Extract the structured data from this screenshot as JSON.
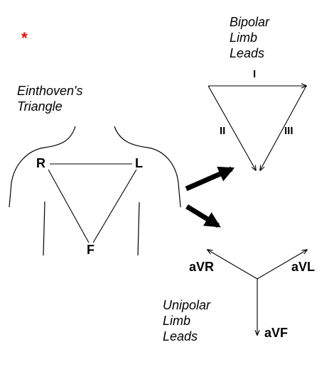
{
  "marker": {
    "symbol": "*",
    "color": "#ff0000"
  },
  "einthoven": {
    "line1": "Einthoven's",
    "line2": "Triangle"
  },
  "body_points": {
    "right": "R",
    "left": "L",
    "foot": "F"
  },
  "bipolar": {
    "title": [
      "Bipolar",
      "Limb",
      "Leads"
    ],
    "leads": {
      "one": "I",
      "two": "II",
      "three": "III"
    }
  },
  "unipolar": {
    "title": [
      "Unipolar",
      "Limb",
      "Leads"
    ],
    "leads": {
      "avr": "aVR",
      "avl": "aVL",
      "avf": "aVF"
    }
  },
  "colors": {
    "ink": "#000000",
    "accent": "#ff0000"
  }
}
